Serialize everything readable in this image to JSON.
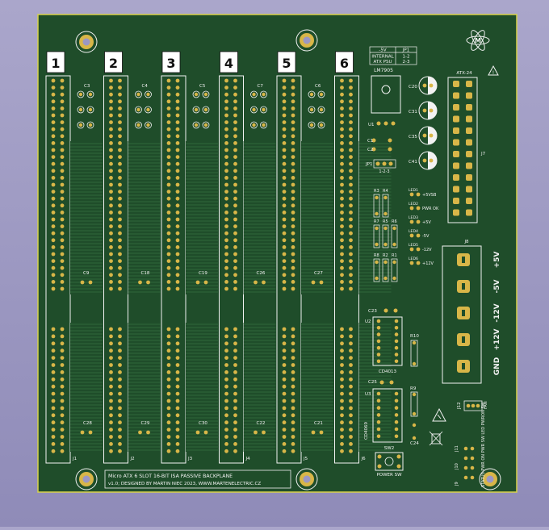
{
  "board": {
    "title_line1": "Micro ATX 6 SLOT 16-BIT ISA PASSIVE BACKPLANE",
    "title_line2": "v1.0; DESIGNED BY MARTIN NIEC 2023, WWW.MARTENELECTRIC.CZ",
    "logo_text": "M",
    "colors": {
      "pcb": "#1f4d2a",
      "copper_trace": "#2f6a38",
      "silkscreen": "#f2f2f2",
      "pad_gold": "#d8b648",
      "background": "#9b97c4"
    }
  },
  "slots": [
    {
      "number": "1",
      "top_cap": "C3",
      "mid_cap": "C9",
      "low_cap": "C28",
      "connector": "J1"
    },
    {
      "number": "2",
      "top_cap": "C4",
      "mid_cap": "C18",
      "low_cap": "C29",
      "connector": "J2"
    },
    {
      "number": "3",
      "top_cap": "C5",
      "mid_cap": "C19",
      "low_cap": "C30",
      "connector": "J3"
    },
    {
      "number": "4",
      "top_cap": "C7",
      "mid_cap": "C26",
      "low_cap": "C22",
      "connector": "J4"
    },
    {
      "number": "5",
      "top_cap": "C6",
      "mid_cap": "C27",
      "low_cap": "C21",
      "connector": "J5"
    },
    {
      "number": "6",
      "top_cap": "",
      "mid_cap": "",
      "low_cap": "",
      "connector": "J6"
    }
  ],
  "jumper_table": {
    "header": [
      "-5V",
      "JP1"
    ],
    "rows": [
      [
        "INTERNAL",
        "1-2"
      ],
      [
        "ATX PSU",
        "2-3"
      ]
    ]
  },
  "regulator": {
    "label": "LM7905",
    "ref": "U1",
    "caps": [
      "C1",
      "C2"
    ],
    "jumper": "JP1",
    "jumper_pins": "1-2-3"
  },
  "electrolytics": [
    "C20",
    "C31",
    "C35",
    "C41"
  ],
  "atx_connector": {
    "label": "ATX-24",
    "ref": "J7"
  },
  "leds": [
    {
      "ref": "LED1",
      "label": "+5VSB"
    },
    {
      "ref": "LED2",
      "label": "PWR OK"
    },
    {
      "ref": "LED3",
      "label": "+5V"
    },
    {
      "ref": "LED4",
      "label": "-5V"
    },
    {
      "ref": "LED5",
      "label": "-12V"
    },
    {
      "ref": "LED6",
      "label": "+12V"
    }
  ],
  "resistors": {
    "row1": [
      "R3",
      "R4"
    ],
    "row2": [
      "R7",
      "R5",
      "R6"
    ],
    "row3": [
      "R8",
      "R2",
      "R1"
    ],
    "other": [
      "R10",
      "R9"
    ]
  },
  "power_terminal": {
    "ref": "J8",
    "labels": [
      "+5V",
      "-5V",
      "-12V",
      "+12V",
      "GND"
    ]
  },
  "ics": [
    {
      "ref": "U2",
      "part": "CD4013",
      "cap": "C23"
    },
    {
      "ref": "U3",
      "part": "CD4069",
      "cap": "C25"
    }
  ],
  "misc": {
    "cap_c24": "C24",
    "switch_ref": "SW2",
    "switch_label": "POWER SW",
    "fan_ref": "J12",
    "fan_label": "FAN",
    "header_labels": [
      "J9",
      "J10",
      "J11"
    ],
    "front_panel_label": "STATUS PWR ON PWR SW LED PWRON SW"
  }
}
